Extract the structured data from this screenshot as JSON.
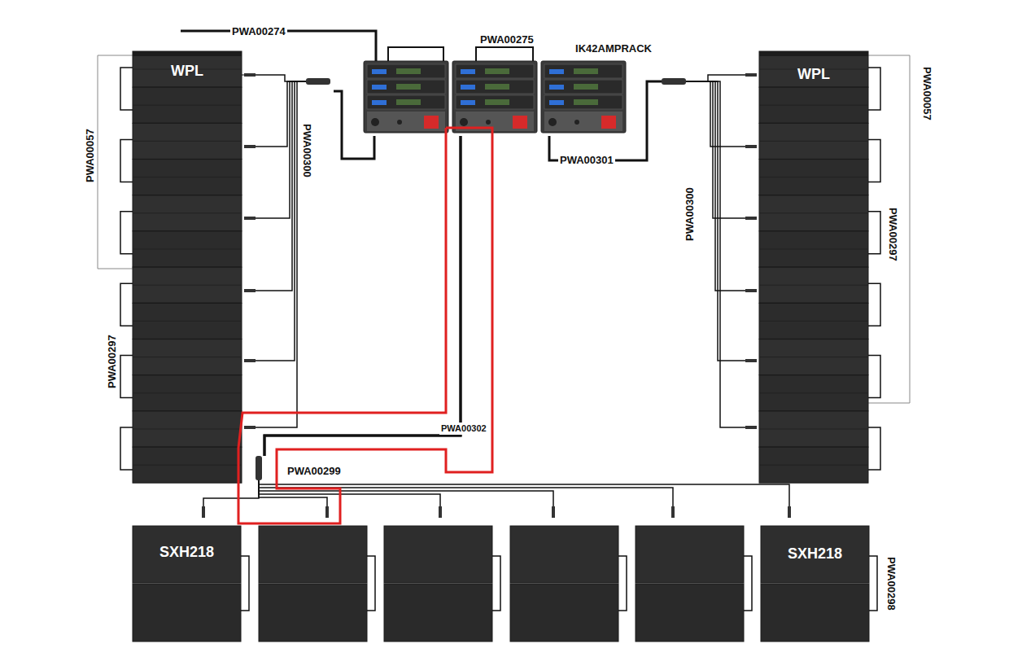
{
  "diagram": {
    "nodes": [
      {
        "text": [
          "WPL"
        ]
      },
      {
        "text": [
          "IK42AMPRACK"
        ]
      },
      {
        "text": [
          "WPL"
        ]
      },
      {
        "text": [
          "SXH218"
        ]
      },
      {
        "text": [
          "SXH218"
        ]
      }
    ],
    "edges": [
      {
        "from": 1,
        "to": 0,
        "arrow": "none"
      },
      {
        "from": 1,
        "to": 2,
        "arrow": "none"
      },
      {
        "from": 1,
        "to": 3,
        "arrow": "none"
      },
      {
        "from": 1,
        "to": 4,
        "arrow": "none"
      }
    ],
    "labels": [
      "PWA00274",
      "PWA00275",
      "PWA00057",
      "PWA00300",
      "PWA00301",
      "PWA00057",
      "PWA00300",
      "PWA00297",
      "PWA00297",
      "PWA00302",
      "PWA00299",
      "PWA00298"
    ]
  }
}
